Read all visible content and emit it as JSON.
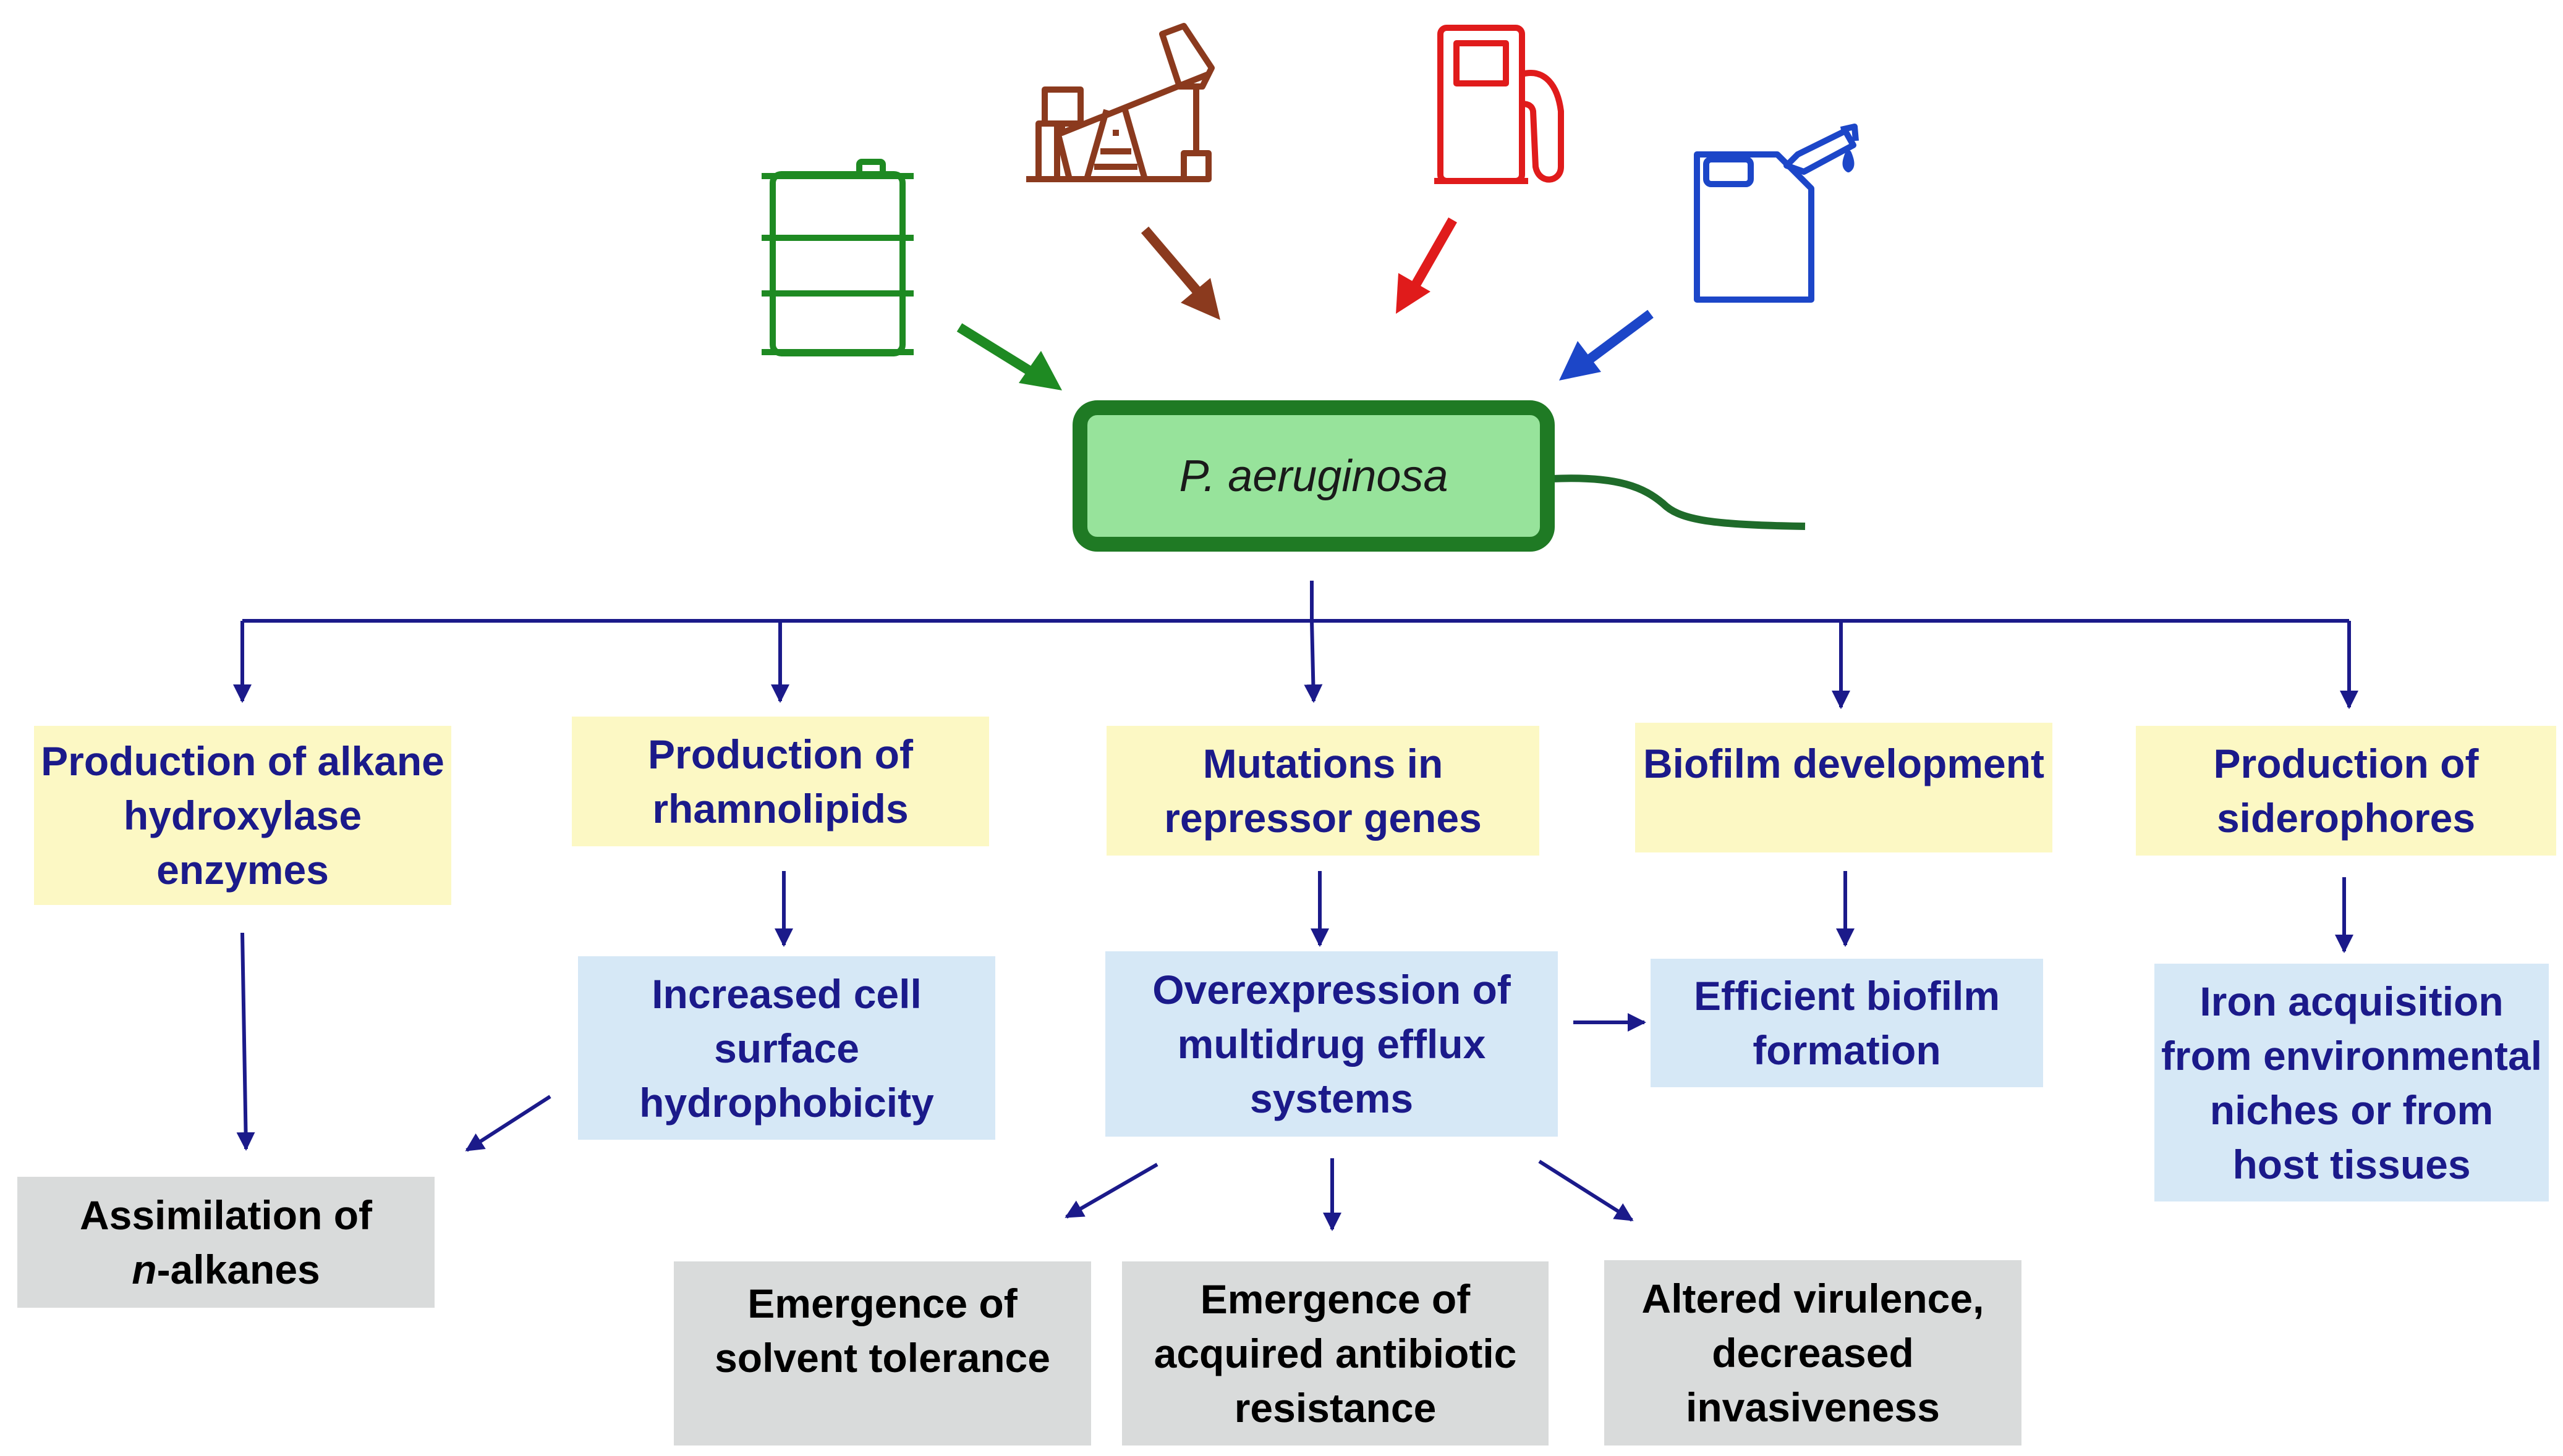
{
  "center": {
    "organism": "P. aeruginosa"
  },
  "icons": {
    "barrel": {
      "name": "oil-barrel-icon",
      "color": "#1e8a22"
    },
    "pump": {
      "name": "oil-pumpjack-icon",
      "color": "#8b3a1e"
    },
    "fuel": {
      "name": "fuel-pump-icon",
      "color": "#e01b1b"
    },
    "jerrycan": {
      "name": "jerry-can-icon",
      "color": "#1c46c8"
    }
  },
  "colors": {
    "green": "#1e8a22",
    "brown": "#8b3a1e",
    "red": "#e01b1b",
    "blue": "#1c46c8",
    "navy": "#1b1a8a",
    "dark_green": "#1f6b2a"
  },
  "row1": {
    "alkane": {
      "line1": "Production of alkane",
      "line2": "hydroxylase",
      "line3": "enzymes"
    },
    "rhamnolipids": {
      "line1": "Production of",
      "line2": "rhamnolipids"
    },
    "mutations": {
      "line1": "Mutations in",
      "line2": "repressor genes"
    },
    "biofilm": {
      "line1": "Biofilm development"
    },
    "siderophores": {
      "line1": "Production of",
      "line2": "siderophores"
    }
  },
  "row2": {
    "hydrophobicity": {
      "line1": "Increased cell",
      "line2": "surface",
      "line3": "hydrophobicity"
    },
    "efflux": {
      "line1": "Overexpression of",
      "line2": "multidrug efflux",
      "line3": "systems"
    },
    "biofilm_formation": {
      "line1": "Efficient biofilm",
      "line2": "formation"
    },
    "iron": {
      "line1": "Iron acquisition",
      "line2": "from environmental",
      "line3": "niches or from",
      "line4": "host tissues"
    }
  },
  "row3": {
    "assimilation": {
      "line1": "Assimilation of",
      "prefix": "n",
      "suffix": "-alkanes"
    },
    "solvent": {
      "line1": "Emergence of",
      "line2": "solvent tolerance"
    },
    "antibiotic": {
      "line1": "Emergence of",
      "line2": "acquired antibiotic",
      "line3": "resistance"
    },
    "virulence": {
      "line1": "Altered virulence,",
      "line2": "decreased",
      "line3": "invasiveness"
    }
  }
}
